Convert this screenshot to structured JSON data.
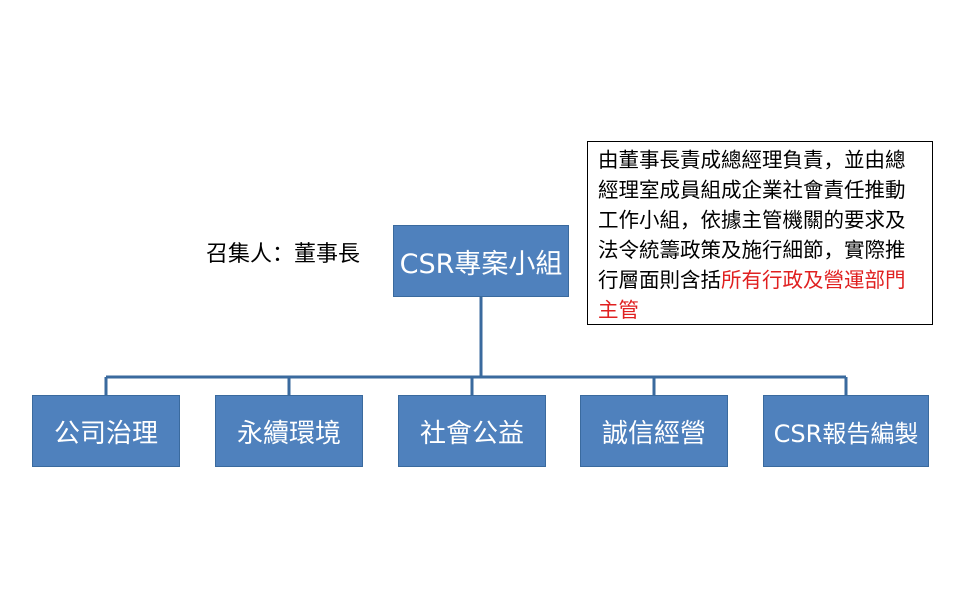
{
  "diagram": {
    "root": {
      "label": "CSR專案小組",
      "convener": "召集人：董事長"
    },
    "children": [
      {
        "label": "公司治理"
      },
      {
        "label": "永續環境"
      },
      {
        "label": "社會公益"
      },
      {
        "label": "誠信經營"
      },
      {
        "label": "CSR報告編製"
      }
    ],
    "note": {
      "text": "由董事長責成總經理負責，並由總經理室成員組成企業社會責任推動工作小組，依據主管機關的要求及法令統籌政策及施行細節，實際推行層面則含括",
      "highlight": "所有行政及營運部門主管"
    },
    "colors": {
      "box_fill": "#4f81bd",
      "connector": "#3a6a9e",
      "highlight_text": "#e02020"
    }
  }
}
